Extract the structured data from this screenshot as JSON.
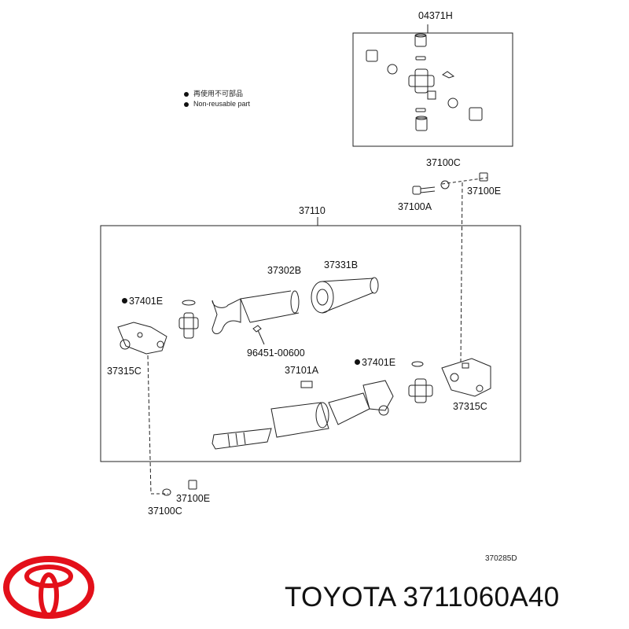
{
  "legend": {
    "reusable_note": "再使用不可部品",
    "nonreusable_note": "Non-reusable part"
  },
  "labels": {
    "kit": "04371H",
    "assembly": "37110",
    "bolt_top_c": "37100C",
    "nut_top_e": "37100E",
    "bolt_top_a": "37100A",
    "front_tube": "37302B",
    "sleeve": "37331B",
    "retainer_left": "37401E",
    "flange_left": "37315C",
    "grease_fitting": "96451-00600",
    "key": "37101A",
    "retainer_right": "37401E",
    "flange_right": "37315C",
    "nut_bottom_e": "37100E",
    "bolt_bottom_c": "37100C",
    "diagram_ref": "370285D"
  },
  "brand": {
    "text": "TOYOTA 3711060A40",
    "color": "#e3101a"
  }
}
